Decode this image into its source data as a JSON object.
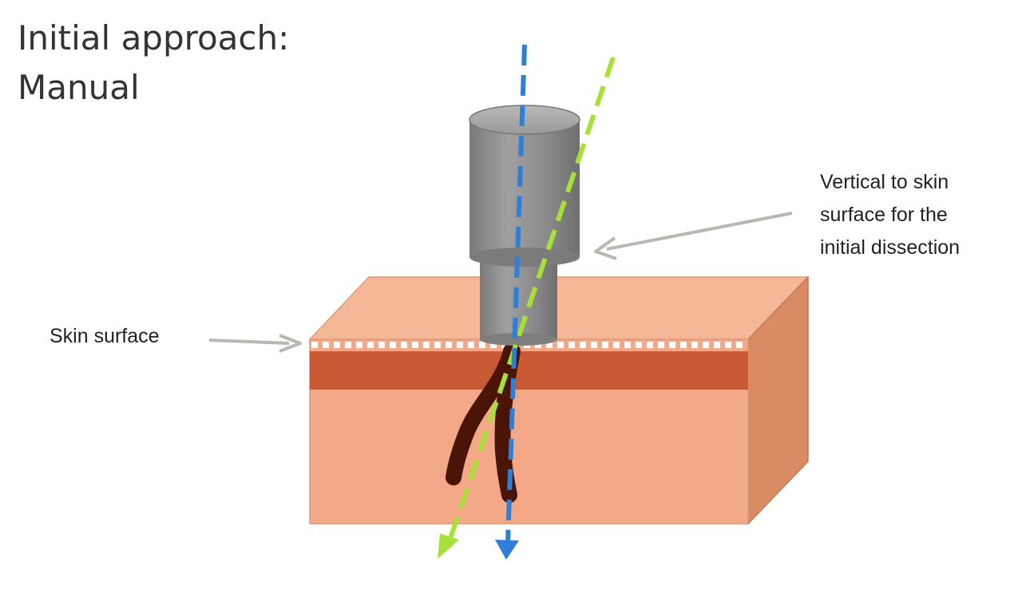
{
  "title": {
    "line1": "Initial approach:",
    "line2": "Manual"
  },
  "labels": {
    "skin_surface": "Skin surface",
    "vertical_note": {
      "line1": "Vertical to skin",
      "line2": "surface for the",
      "line3": "initial dissection"
    }
  },
  "colors": {
    "vertical_axis": "#2f7fd8",
    "angled_axis": "#a8e03a",
    "skin_top": "#f4b898",
    "skin_front": "#f3a987",
    "skin_side": "#d98b63",
    "dermis_band": "#c75a34",
    "punch_tool": "#8c8c8c",
    "hair_follicle": "#4a1406",
    "arrow": "#b8b8b0"
  }
}
